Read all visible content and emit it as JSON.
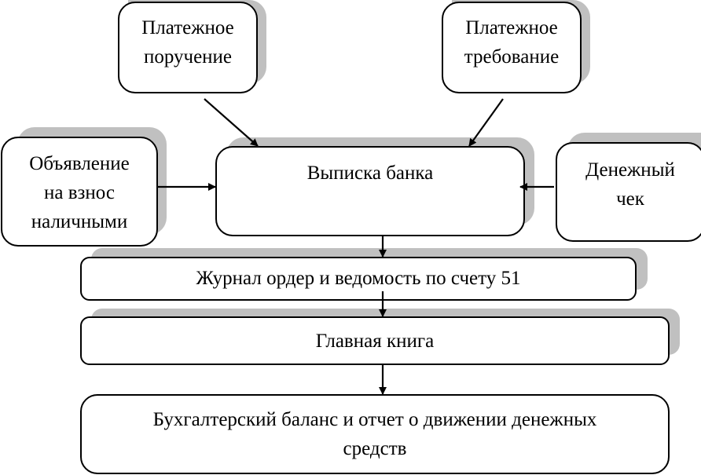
{
  "diagram": {
    "nodes": {
      "payment_order": {
        "lines": [
          "Платежное",
          "поручение"
        ]
      },
      "payment_request": {
        "lines": [
          "Платежное",
          "требование"
        ]
      },
      "cash_deposit_notice": {
        "lines": [
          "Объявление",
          "на взнос",
          "наличными"
        ]
      },
      "bank_statement": {
        "lines": [
          "Выписка банка"
        ]
      },
      "cash_check": {
        "lines": [
          "Денежный",
          "чек"
        ]
      },
      "journal_order": {
        "lines": [
          "Журнал ордер и ведомость по счету 51"
        ]
      },
      "general_ledger": {
        "lines": [
          "Главная книга"
        ]
      },
      "balance_sheet": {
        "lines": [
          "Бухгалтерский баланс и отчет о движении денежных",
          "средств"
        ]
      }
    },
    "edges": [
      {
        "from": "payment_order",
        "to": "bank_statement"
      },
      {
        "from": "payment_request",
        "to": "bank_statement"
      },
      {
        "from": "cash_deposit_notice",
        "to": "bank_statement"
      },
      {
        "from": "cash_check",
        "to": "bank_statement"
      },
      {
        "from": "bank_statement",
        "to": "journal_order"
      },
      {
        "from": "journal_order",
        "to": "general_ledger"
      },
      {
        "from": "general_ledger",
        "to": "balance_sheet"
      }
    ],
    "colors": {
      "shadow": "#c0c0c0",
      "border": "#000000",
      "fill": "#ffffff"
    }
  }
}
